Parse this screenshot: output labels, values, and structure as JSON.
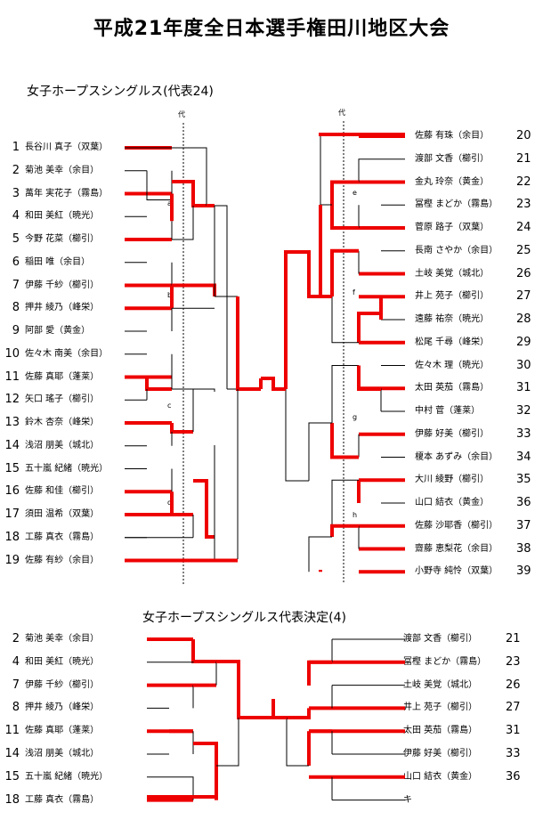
{
  "title": "平成21年度全日本選手権田川地区大会",
  "section1_title": "女子ホープスシングルス(代表24)",
  "section2_title": "女子ホープスシングルス代表決定(4)",
  "dai_label": "代",
  "group_labels": [
    "a",
    "b",
    "c",
    "d",
    "e",
    "f",
    "g",
    "h"
  ],
  "left_players": [
    {
      "num": "1",
      "name": "長谷川 真子（双葉）"
    },
    {
      "num": "2",
      "name": "菊池 美幸（余目）"
    },
    {
      "num": "3",
      "name": "萬年 実花子（霧島）"
    },
    {
      "num": "4",
      "name": "和田 美紅（暁光）"
    },
    {
      "num": "5",
      "name": "今野 花菜（櫛引）"
    },
    {
      "num": "6",
      "name": "稲田 唯（余目）"
    },
    {
      "num": "7",
      "name": "伊藤 千紗（櫛引）"
    },
    {
      "num": "8",
      "name": "押井 綾乃（峰栄）"
    },
    {
      "num": "9",
      "name": "阿部 愛（黄金）"
    },
    {
      "num": "10",
      "name": "佐々木 南美（余目）"
    },
    {
      "num": "11",
      "name": "佐藤 真耶（蓬莱）"
    },
    {
      "num": "12",
      "name": "矢口 瑤子（櫛引）"
    },
    {
      "num": "13",
      "name": "鈴木 杏奈（峰栄）"
    },
    {
      "num": "14",
      "name": "浅沼 朋美（城北）"
    },
    {
      "num": "15",
      "name": "五十嵐 紀緒（暁光）"
    },
    {
      "num": "16",
      "name": "佐藤 和佳（櫛引）"
    },
    {
      "num": "17",
      "name": "須田 温希（双葉）"
    },
    {
      "num": "18",
      "name": "工藤 真衣（霧島）"
    },
    {
      "num": "19",
      "name": "佐藤 有紗（余目）"
    }
  ],
  "right_players": [
    {
      "num": "20",
      "name": "佐藤 有珠（余目）"
    },
    {
      "num": "21",
      "name": "渡部 文香（櫛引）"
    },
    {
      "num": "22",
      "name": "金丸 玲奈（黄金）"
    },
    {
      "num": "23",
      "name": "冨樫 まどか（霧島）"
    },
    {
      "num": "24",
      "name": "菅原 路子（双葉）"
    },
    {
      "num": "25",
      "name": "長南 さやか（余目）"
    },
    {
      "num": "26",
      "name": "土岐 美覚（城北）"
    },
    {
      "num": "27",
      "name": "井上 苑子（櫛引）"
    },
    {
      "num": "28",
      "name": "遠藤 祐奈（暁光）"
    },
    {
      "num": "29",
      "name": "松尾 千尋（峰栄）"
    },
    {
      "num": "30",
      "name": "佐々木 理（暁光）"
    },
    {
      "num": "31",
      "name": "太田 英茄（霧島）"
    },
    {
      "num": "32",
      "name": "中村 菅（蓬莱）"
    },
    {
      "num": "33",
      "name": "伊藤 好美（櫛引）"
    },
    {
      "num": "34",
      "name": "榎本 あずみ（余目）"
    },
    {
      "num": "35",
      "name": "大川 綾野（櫛引）"
    },
    {
      "num": "36",
      "name": "山口 結衣（黄金）"
    },
    {
      "num": "37",
      "name": "佐藤 沙耶香（櫛引）"
    },
    {
      "num": "38",
      "name": "齋藤 恵梨花（余目）"
    },
    {
      "num": "39",
      "name": "小野寺 純怜（双葉）"
    }
  ],
  "left2_players": [
    {
      "num": "2",
      "name": "菊池 美幸（余目）"
    },
    {
      "num": "4",
      "name": "和田 美紅（暁光）"
    },
    {
      "num": "7",
      "name": "伊藤 千紗（櫛引）"
    },
    {
      "num": "8",
      "name": "押井 綾乃（峰栄）"
    },
    {
      "num": "11",
      "name": "佐藤 真耶（蓬莱）"
    },
    {
      "num": "14",
      "name": "浅沼 朋美（城北）"
    },
    {
      "num": "15",
      "name": "五十嵐 紀緒（暁光）"
    },
    {
      "num": "18",
      "name": "工藤 真衣（霧島）"
    }
  ],
  "right2_players": [
    {
      "num": "21",
      "name": "渡部 文香（櫛引）"
    },
    {
      "num": "23",
      "name": "冨樫 まどか（霧島）"
    },
    {
      "num": "26",
      "name": "土岐 美覚（城北）"
    },
    {
      "num": "27",
      "name": "井上 苑子（櫛引）"
    },
    {
      "num": "31",
      "name": "太田 英茄（霧島）"
    },
    {
      "num": "33",
      "name": "伊藤 好美（櫛引）"
    },
    {
      "num": "36",
      "name": "山口 結衣（黄金）"
    },
    {
      "num": "",
      "name": "キ"
    }
  ],
  "colors": {
    "win": "#ee0000",
    "line": "#000000"
  }
}
